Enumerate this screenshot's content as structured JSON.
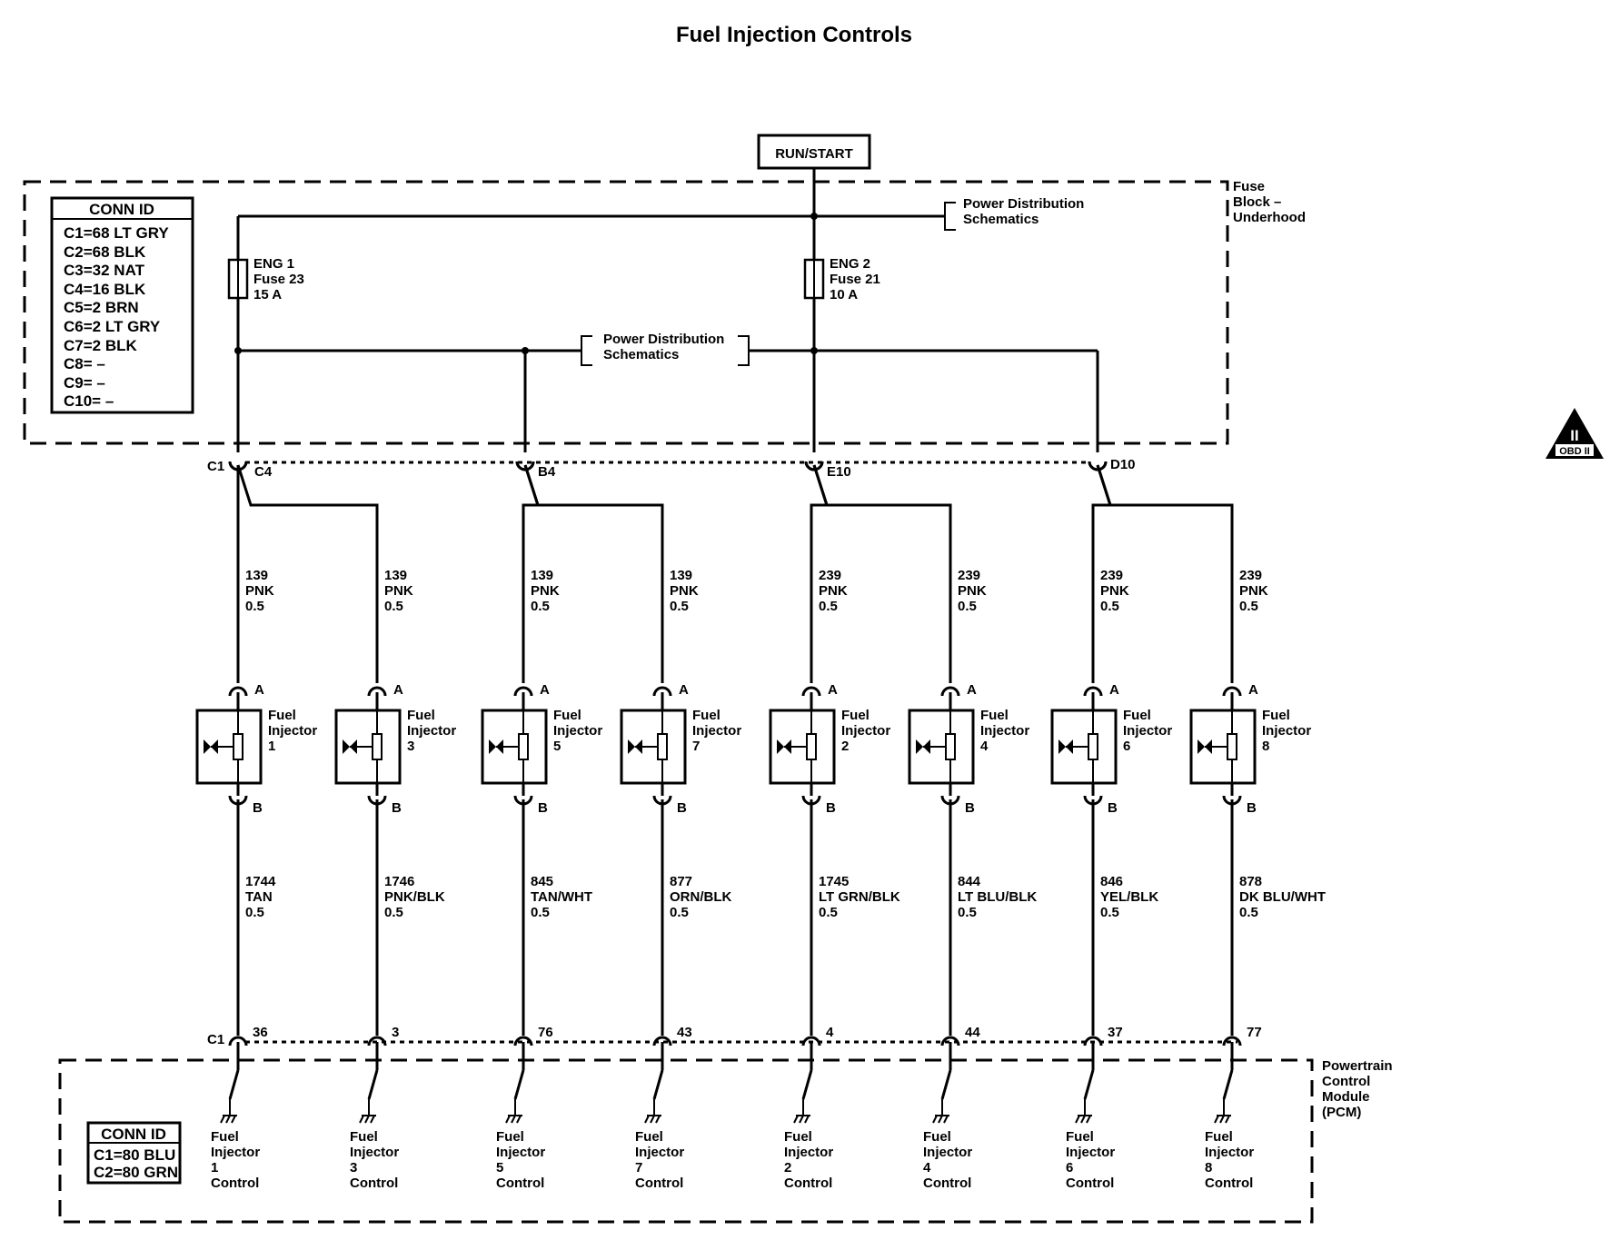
{
  "title": "Fuel Injection Controls",
  "run_start": "RUN/START",
  "fuse_block": [
    "Fuse",
    "Block –",
    "Underhood"
  ],
  "power_dist_top": [
    "Power Distribution",
    "Schematics"
  ],
  "power_dist_mid": [
    "Power Distribution",
    "Schematics"
  ],
  "fuses": [
    {
      "lines": [
        "ENG 1",
        "Fuse 23",
        "15 A"
      ]
    },
    {
      "lines": [
        "ENG 2",
        "Fuse 21",
        "10 A"
      ]
    }
  ],
  "conn_top": {
    "title": "CONN ID",
    "rows": [
      "C1=68 LT GRY",
      "C2=68 BLK",
      "C3=32 NAT",
      "C4=16 BLK",
      "C5=2 BRN",
      "C6=2 LT GRY",
      "C7=2 BLK",
      "C8= –",
      "C9= –",
      "C10= –"
    ]
  },
  "conn_bottom": {
    "title": "CONN ID",
    "rows": [
      "C1=80 BLU",
      "C2=80 GRN"
    ]
  },
  "pcm": [
    "Powertrain",
    "Control",
    "Module",
    "(PCM)"
  ],
  "obd": {
    "mark": "II",
    "text": "OBD II"
  },
  "fuse_conn_prefix": "C1",
  "pcm_conn_prefix": "C1",
  "fuse_pins": [
    "C4",
    "B4",
    "E10",
    "D10"
  ],
  "pin_a": "A",
  "pin_b": "B",
  "injectors": [
    {
      "label": [
        "Fuel",
        "Injector",
        "1"
      ],
      "upper": [
        "139",
        "PNK",
        "0.5"
      ],
      "lower": [
        "1744",
        "TAN",
        "0.5"
      ],
      "pcm_pin": "36",
      "control": [
        "Fuel",
        "Injector",
        "1",
        "Control"
      ]
    },
    {
      "label": [
        "Fuel",
        "Injector",
        "3"
      ],
      "upper": [
        "139",
        "PNK",
        "0.5"
      ],
      "lower": [
        "1746",
        "PNK/BLK",
        "0.5"
      ],
      "pcm_pin": "3",
      "control": [
        "Fuel",
        "Injector",
        "3",
        "Control"
      ]
    },
    {
      "label": [
        "Fuel",
        "Injector",
        "5"
      ],
      "upper": [
        "139",
        "PNK",
        "0.5"
      ],
      "lower": [
        "845",
        "TAN/WHT",
        "0.5"
      ],
      "pcm_pin": "76",
      "control": [
        "Fuel",
        "Injector",
        "5",
        "Control"
      ]
    },
    {
      "label": [
        "Fuel",
        "Injector",
        "7"
      ],
      "upper": [
        "139",
        "PNK",
        "0.5"
      ],
      "lower": [
        "877",
        "ORN/BLK",
        "0.5"
      ],
      "pcm_pin": "43",
      "control": [
        "Fuel",
        "Injector",
        "7",
        "Control"
      ]
    },
    {
      "label": [
        "Fuel",
        "Injector",
        "2"
      ],
      "upper": [
        "239",
        "PNK",
        "0.5"
      ],
      "lower": [
        "1745",
        "LT GRN/BLK",
        "0.5"
      ],
      "pcm_pin": "4",
      "control": [
        "Fuel",
        "Injector",
        "2",
        "Control"
      ]
    },
    {
      "label": [
        "Fuel",
        "Injector",
        "4"
      ],
      "upper": [
        "239",
        "PNK",
        "0.5"
      ],
      "lower": [
        "844",
        "LT BLU/BLK",
        "0.5"
      ],
      "pcm_pin": "44",
      "control": [
        "Fuel",
        "Injector",
        "4",
        "Control"
      ]
    },
    {
      "label": [
        "Fuel",
        "Injector",
        "6"
      ],
      "upper": [
        "239",
        "PNK",
        "0.5"
      ],
      "lower": [
        "846",
        "YEL/BLK",
        "0.5"
      ],
      "pcm_pin": "37",
      "control": [
        "Fuel",
        "Injector",
        "6",
        "Control"
      ]
    },
    {
      "label": [
        "Fuel",
        "Injector",
        "8"
      ],
      "upper": [
        "239",
        "PNK",
        "0.5"
      ],
      "lower": [
        "878",
        "DK BLU/WHT",
        "0.5"
      ],
      "pcm_pin": "77",
      "control": [
        "Fuel",
        "Injector",
        "8",
        "Control"
      ]
    }
  ]
}
